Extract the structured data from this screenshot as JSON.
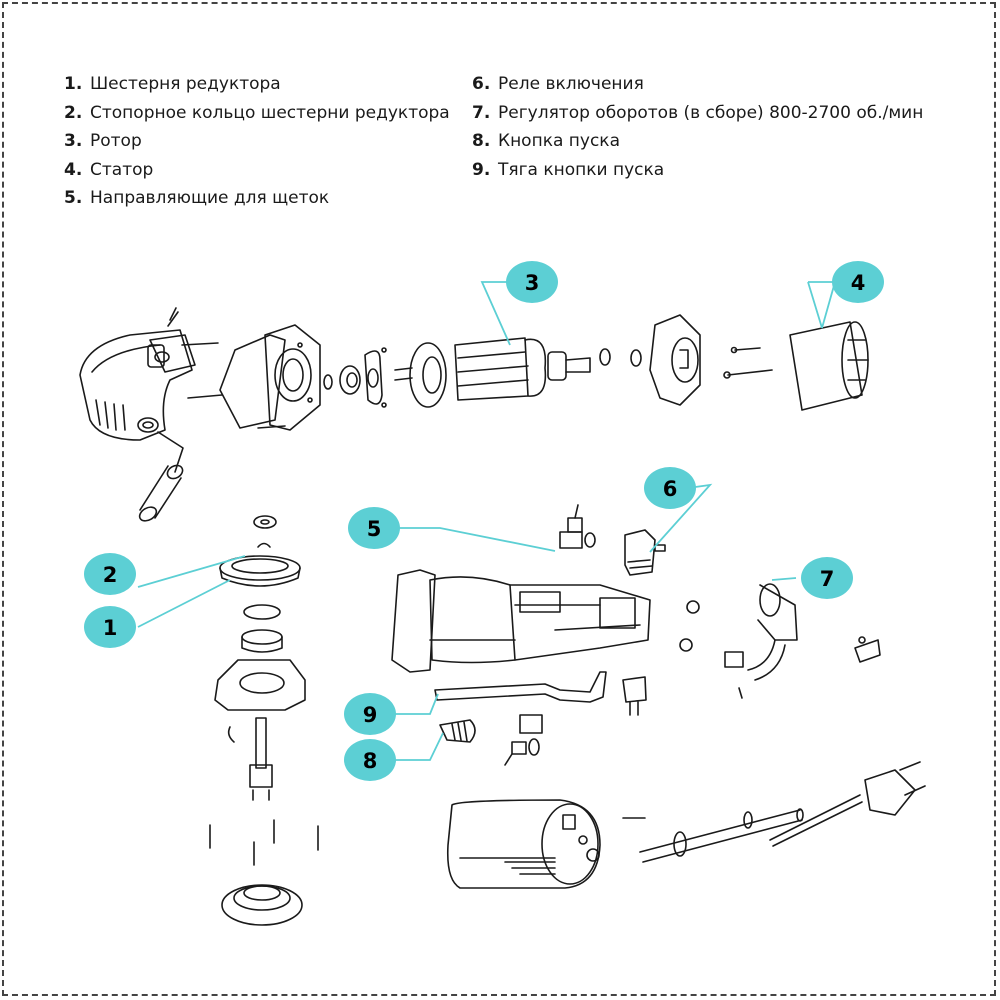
{
  "diagram": {
    "accent_color": "#5ccfd4",
    "line_color": "#1a1a1a",
    "legend_left": [
      {
        "num": "1.",
        "label": "Шестерня редуктора"
      },
      {
        "num": "2.",
        "label": "Стопорное кольцо шестерни редуктора"
      },
      {
        "num": "3.",
        "label": "Ротор"
      },
      {
        "num": "4.",
        "label": "Статор"
      },
      {
        "num": "5.",
        "label": "Направляющие для щеток"
      }
    ],
    "legend_right": [
      {
        "num": "6.",
        "label": "Реле включения"
      },
      {
        "num": "7.",
        "label": "Регулятор оборотов (в сборе) 800-2700 об./мин"
      },
      {
        "num": "8.",
        "label": "Кнопка пуска"
      },
      {
        "num": "9.",
        "label": "Тяга кнопки пуска"
      }
    ],
    "callouts": [
      {
        "num": "1",
        "target": "Шестерня редуктора"
      },
      {
        "num": "2",
        "target": "Стопорное кольцо шестерни редуктора"
      },
      {
        "num": "3",
        "target": "Ротор"
      },
      {
        "num": "4",
        "target": "Статор"
      },
      {
        "num": "5",
        "target": "Направляющие для щеток"
      },
      {
        "num": "6",
        "target": "Реле включения"
      },
      {
        "num": "7",
        "target": "Регулятор оборотов"
      },
      {
        "num": "8",
        "target": "Кнопка пуска"
      },
      {
        "num": "9",
        "target": "Тяга кнопки пуска"
      }
    ]
  }
}
